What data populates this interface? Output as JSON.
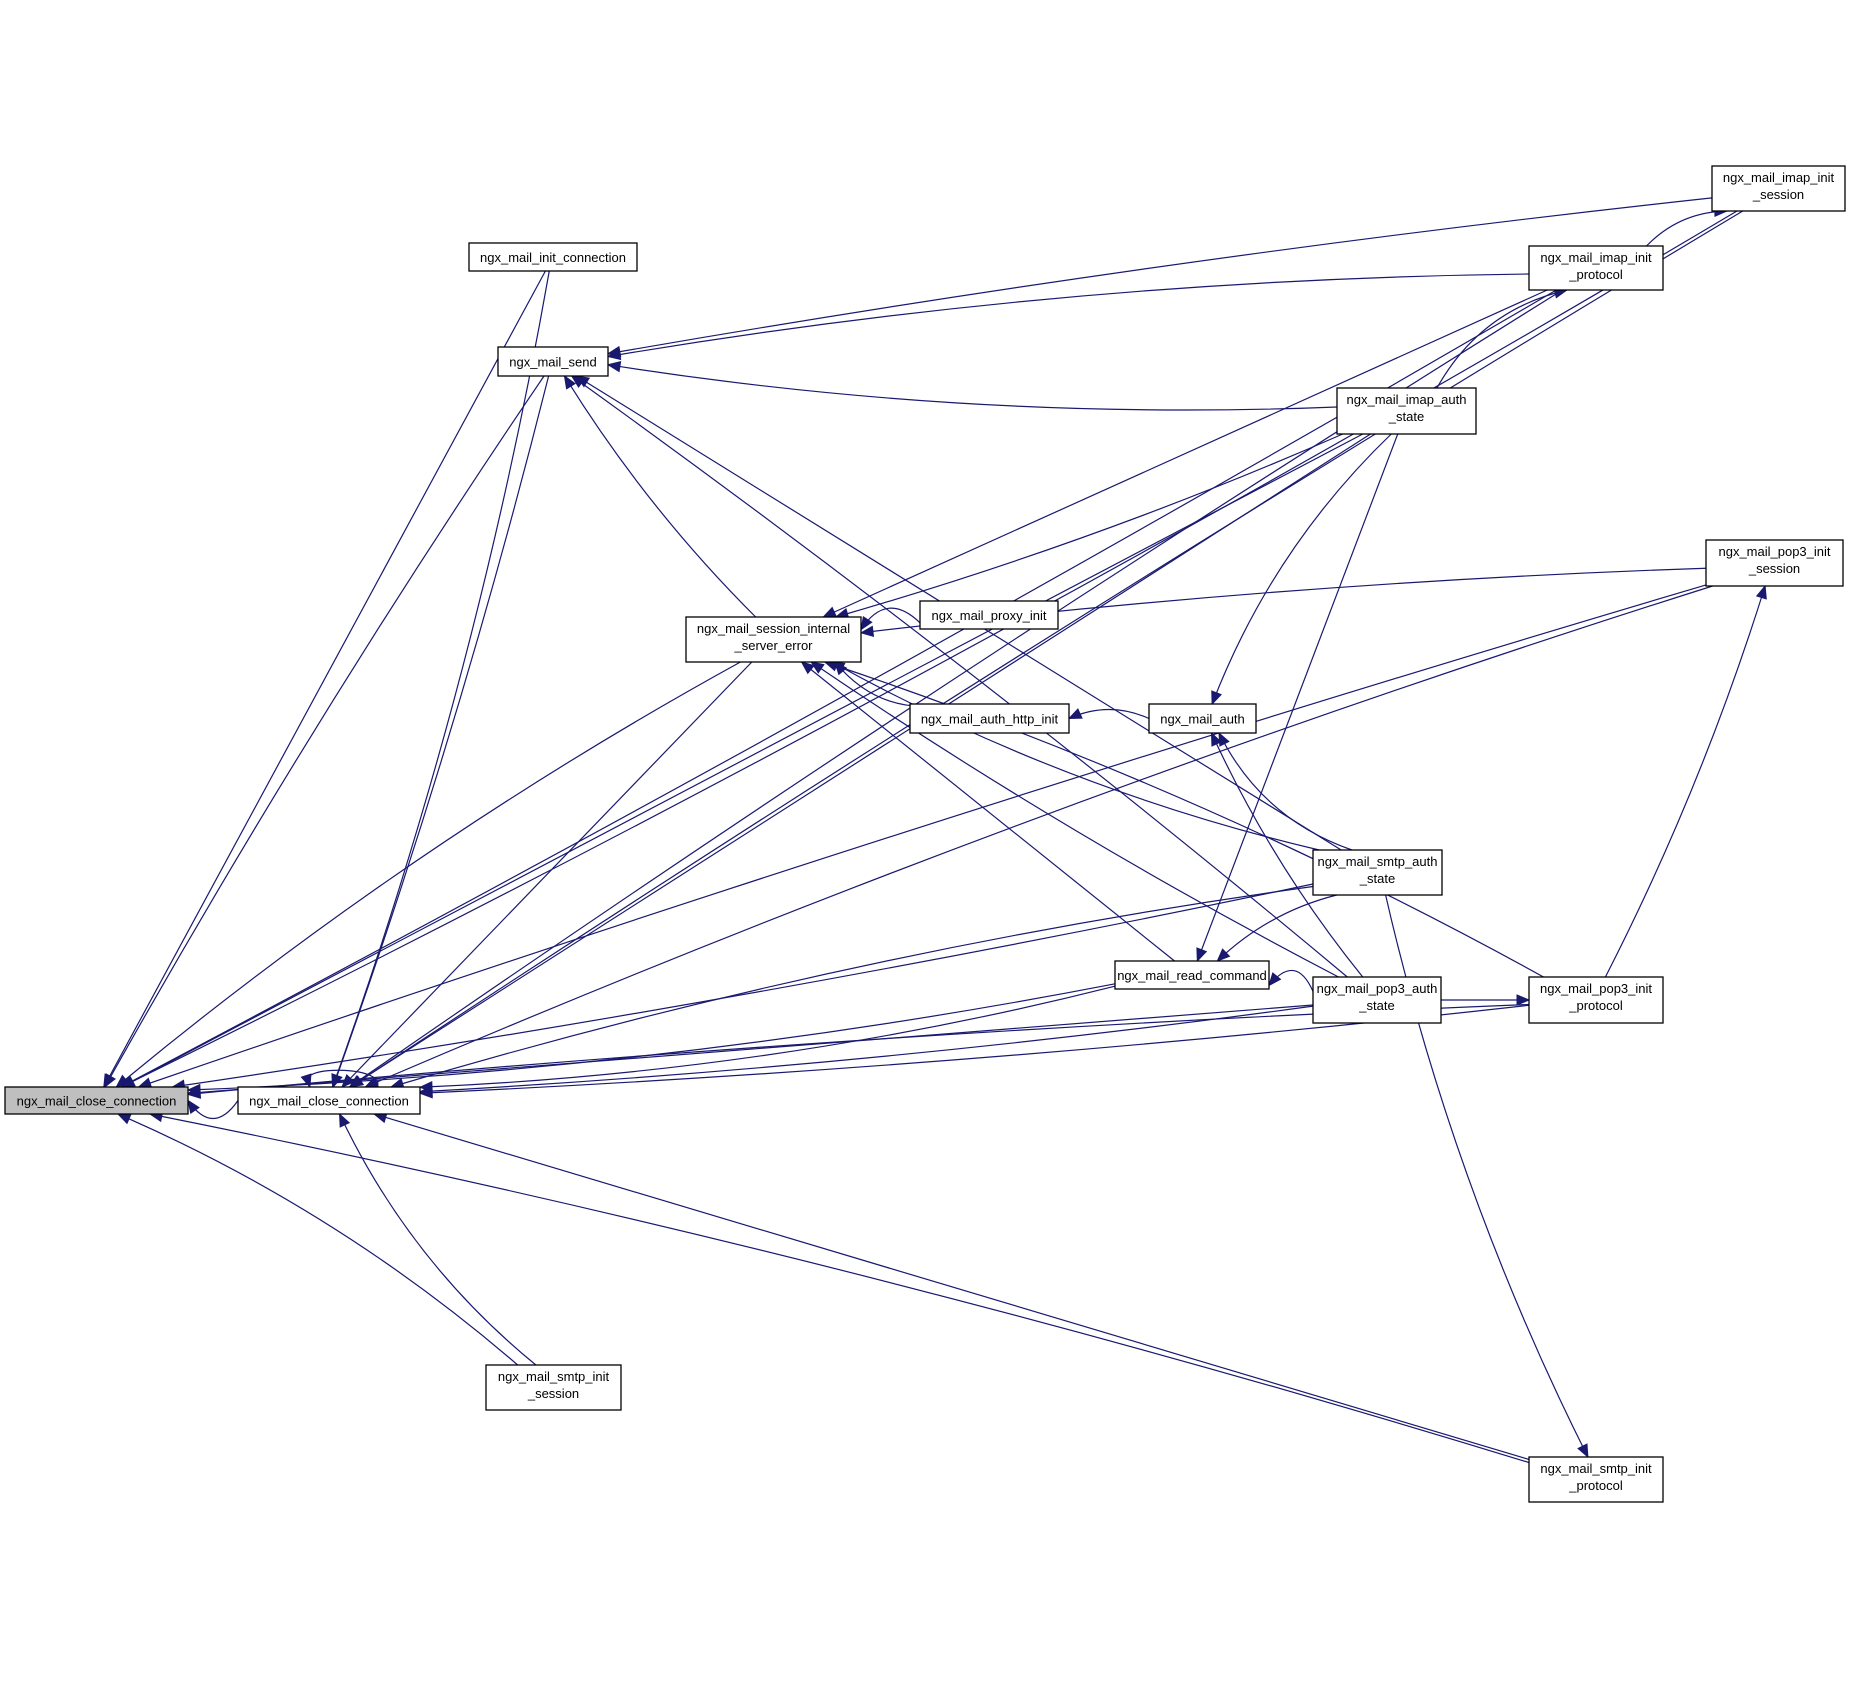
{
  "colors": {
    "edge": "#191970",
    "root_fill": "#bfbfbf",
    "node_fill": "#ffffff",
    "border": "#000000"
  },
  "nodes": [
    {
      "id": "root",
      "lines": [
        "ngx_mail_close_connection"
      ],
      "highlight": true
    },
    {
      "id": "close",
      "lines": [
        "ngx_mail_close_connection"
      ]
    },
    {
      "id": "init_conn",
      "lines": [
        "ngx_mail_init_connection"
      ]
    },
    {
      "id": "send",
      "lines": [
        "ngx_mail_send"
      ]
    },
    {
      "id": "sise",
      "lines": [
        "ngx_mail_session_internal",
        "_server_error"
      ]
    },
    {
      "id": "proxy",
      "lines": [
        "ngx_mail_proxy_init"
      ]
    },
    {
      "id": "authhttp",
      "lines": [
        "ngx_mail_auth_http_init"
      ]
    },
    {
      "id": "auth",
      "lines": [
        "ngx_mail_auth"
      ]
    },
    {
      "id": "readcmd",
      "lines": [
        "ngx_mail_read_command"
      ]
    },
    {
      "id": "smtpsess",
      "lines": [
        "ngx_mail_smtp_init",
        "_session"
      ]
    },
    {
      "id": "imapauth",
      "lines": [
        "ngx_mail_imap_auth",
        "_state"
      ]
    },
    {
      "id": "smtpauth",
      "lines": [
        "ngx_mail_smtp_auth",
        "_state"
      ]
    },
    {
      "id": "pop3auth",
      "lines": [
        "ngx_mail_pop3_auth",
        "_state"
      ]
    },
    {
      "id": "imapproto",
      "lines": [
        "ngx_mail_imap_init",
        "_protocol"
      ]
    },
    {
      "id": "imapsess",
      "lines": [
        "ngx_mail_imap_init",
        "_session"
      ]
    },
    {
      "id": "pop3sess",
      "lines": [
        "ngx_mail_pop3_init",
        "_session"
      ]
    },
    {
      "id": "pop3proto",
      "lines": [
        "ngx_mail_pop3_init",
        "_protocol"
      ]
    },
    {
      "id": "smtpproto",
      "lines": [
        "ngx_mail_smtp_init",
        "_protocol"
      ]
    }
  ],
  "edges": [
    [
      "close",
      "root"
    ],
    [
      "close",
      "close"
    ],
    [
      "init_conn",
      "root"
    ],
    [
      "send",
      "root"
    ],
    [
      "sise",
      "root"
    ],
    [
      "imapsess",
      "root"
    ],
    [
      "imapproto",
      "root"
    ],
    [
      "imapauth",
      "root"
    ],
    [
      "pop3sess",
      "root"
    ],
    [
      "smtpsess",
      "root"
    ],
    [
      "readcmd",
      "root"
    ],
    [
      "smtpauth",
      "root"
    ],
    [
      "pop3auth",
      "root"
    ],
    [
      "pop3proto",
      "root"
    ],
    [
      "smtpproto",
      "root"
    ],
    [
      "init_conn",
      "close"
    ],
    [
      "send",
      "close"
    ],
    [
      "sise",
      "close"
    ],
    [
      "imapproto",
      "close"
    ],
    [
      "smtpauth",
      "close"
    ],
    [
      "readcmd",
      "close"
    ],
    [
      "pop3auth",
      "close"
    ],
    [
      "imapauth",
      "close"
    ],
    [
      "imapsess",
      "close"
    ],
    [
      "pop3sess",
      "close"
    ],
    [
      "smtpsess",
      "close"
    ],
    [
      "pop3proto",
      "close"
    ],
    [
      "smtpproto",
      "close"
    ],
    [
      "imapsess",
      "send"
    ],
    [
      "imapproto",
      "send"
    ],
    [
      "imapauth",
      "send"
    ],
    [
      "sise",
      "send"
    ],
    [
      "smtpauth",
      "send"
    ],
    [
      "pop3auth",
      "send"
    ],
    [
      "proxy",
      "sise"
    ],
    [
      "authhttp",
      "sise"
    ],
    [
      "imapauth",
      "sise"
    ],
    [
      "imapproto",
      "sise"
    ],
    [
      "pop3sess",
      "sise"
    ],
    [
      "pop3proto",
      "sise"
    ],
    [
      "smtpauth",
      "sise"
    ],
    [
      "pop3auth",
      "sise"
    ],
    [
      "readcmd",
      "sise"
    ],
    [
      "auth",
      "authhttp"
    ],
    [
      "imapauth",
      "auth"
    ],
    [
      "smtpauth",
      "auth"
    ],
    [
      "pop3auth",
      "auth"
    ],
    [
      "imapauth",
      "readcmd"
    ],
    [
      "smtpauth",
      "readcmd"
    ],
    [
      "pop3auth",
      "readcmd"
    ],
    [
      "imapauth",
      "imapproto"
    ],
    [
      "imapproto",
      "imapsess"
    ],
    [
      "pop3auth",
      "pop3proto"
    ],
    [
      "pop3proto",
      "pop3sess"
    ],
    [
      "smtpauth",
      "smtpproto"
    ]
  ]
}
